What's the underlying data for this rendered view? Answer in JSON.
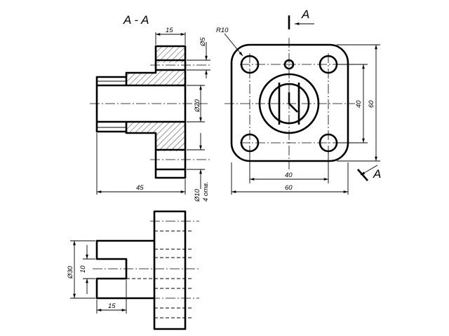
{
  "section_title": "A - A",
  "cut_letter": "A",
  "dims": {
    "flange_width": "15",
    "hole_dia_small": "Ø5",
    "bore_dia": "Ø20",
    "mount_hole_dia": "Ø10",
    "mount_hole_count": "4 отв.",
    "overall_length": "45",
    "corner_radius": "R10",
    "hole_spacing_v": "40",
    "overall_height": "60",
    "hole_spacing_h": "40",
    "overall_width": "60",
    "hub_dia": "Ø30",
    "slot_width": "10",
    "slot_depth": "15"
  }
}
